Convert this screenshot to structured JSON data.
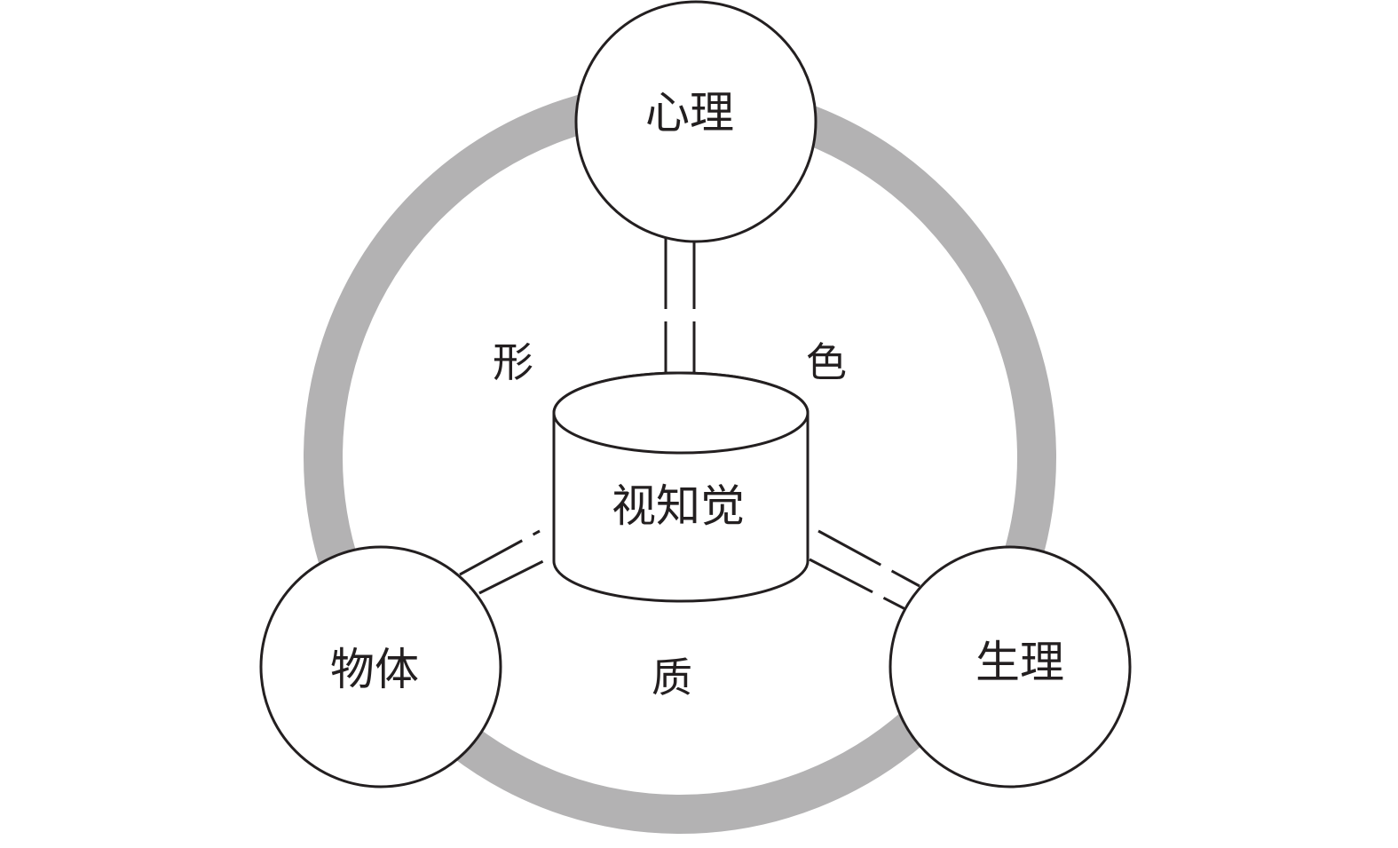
{
  "colors": {
    "ring": "#b3b2b3",
    "stroke": "#231f20",
    "background": "#ffffff"
  },
  "center": {
    "label": "视知觉"
  },
  "nodes": {
    "top": {
      "label": "心理"
    },
    "left": {
      "label": "物体"
    },
    "right": {
      "label": "生理"
    }
  },
  "edges": {
    "form": {
      "label": "形"
    },
    "color": {
      "label": "色"
    },
    "texture": {
      "label": "质"
    }
  }
}
